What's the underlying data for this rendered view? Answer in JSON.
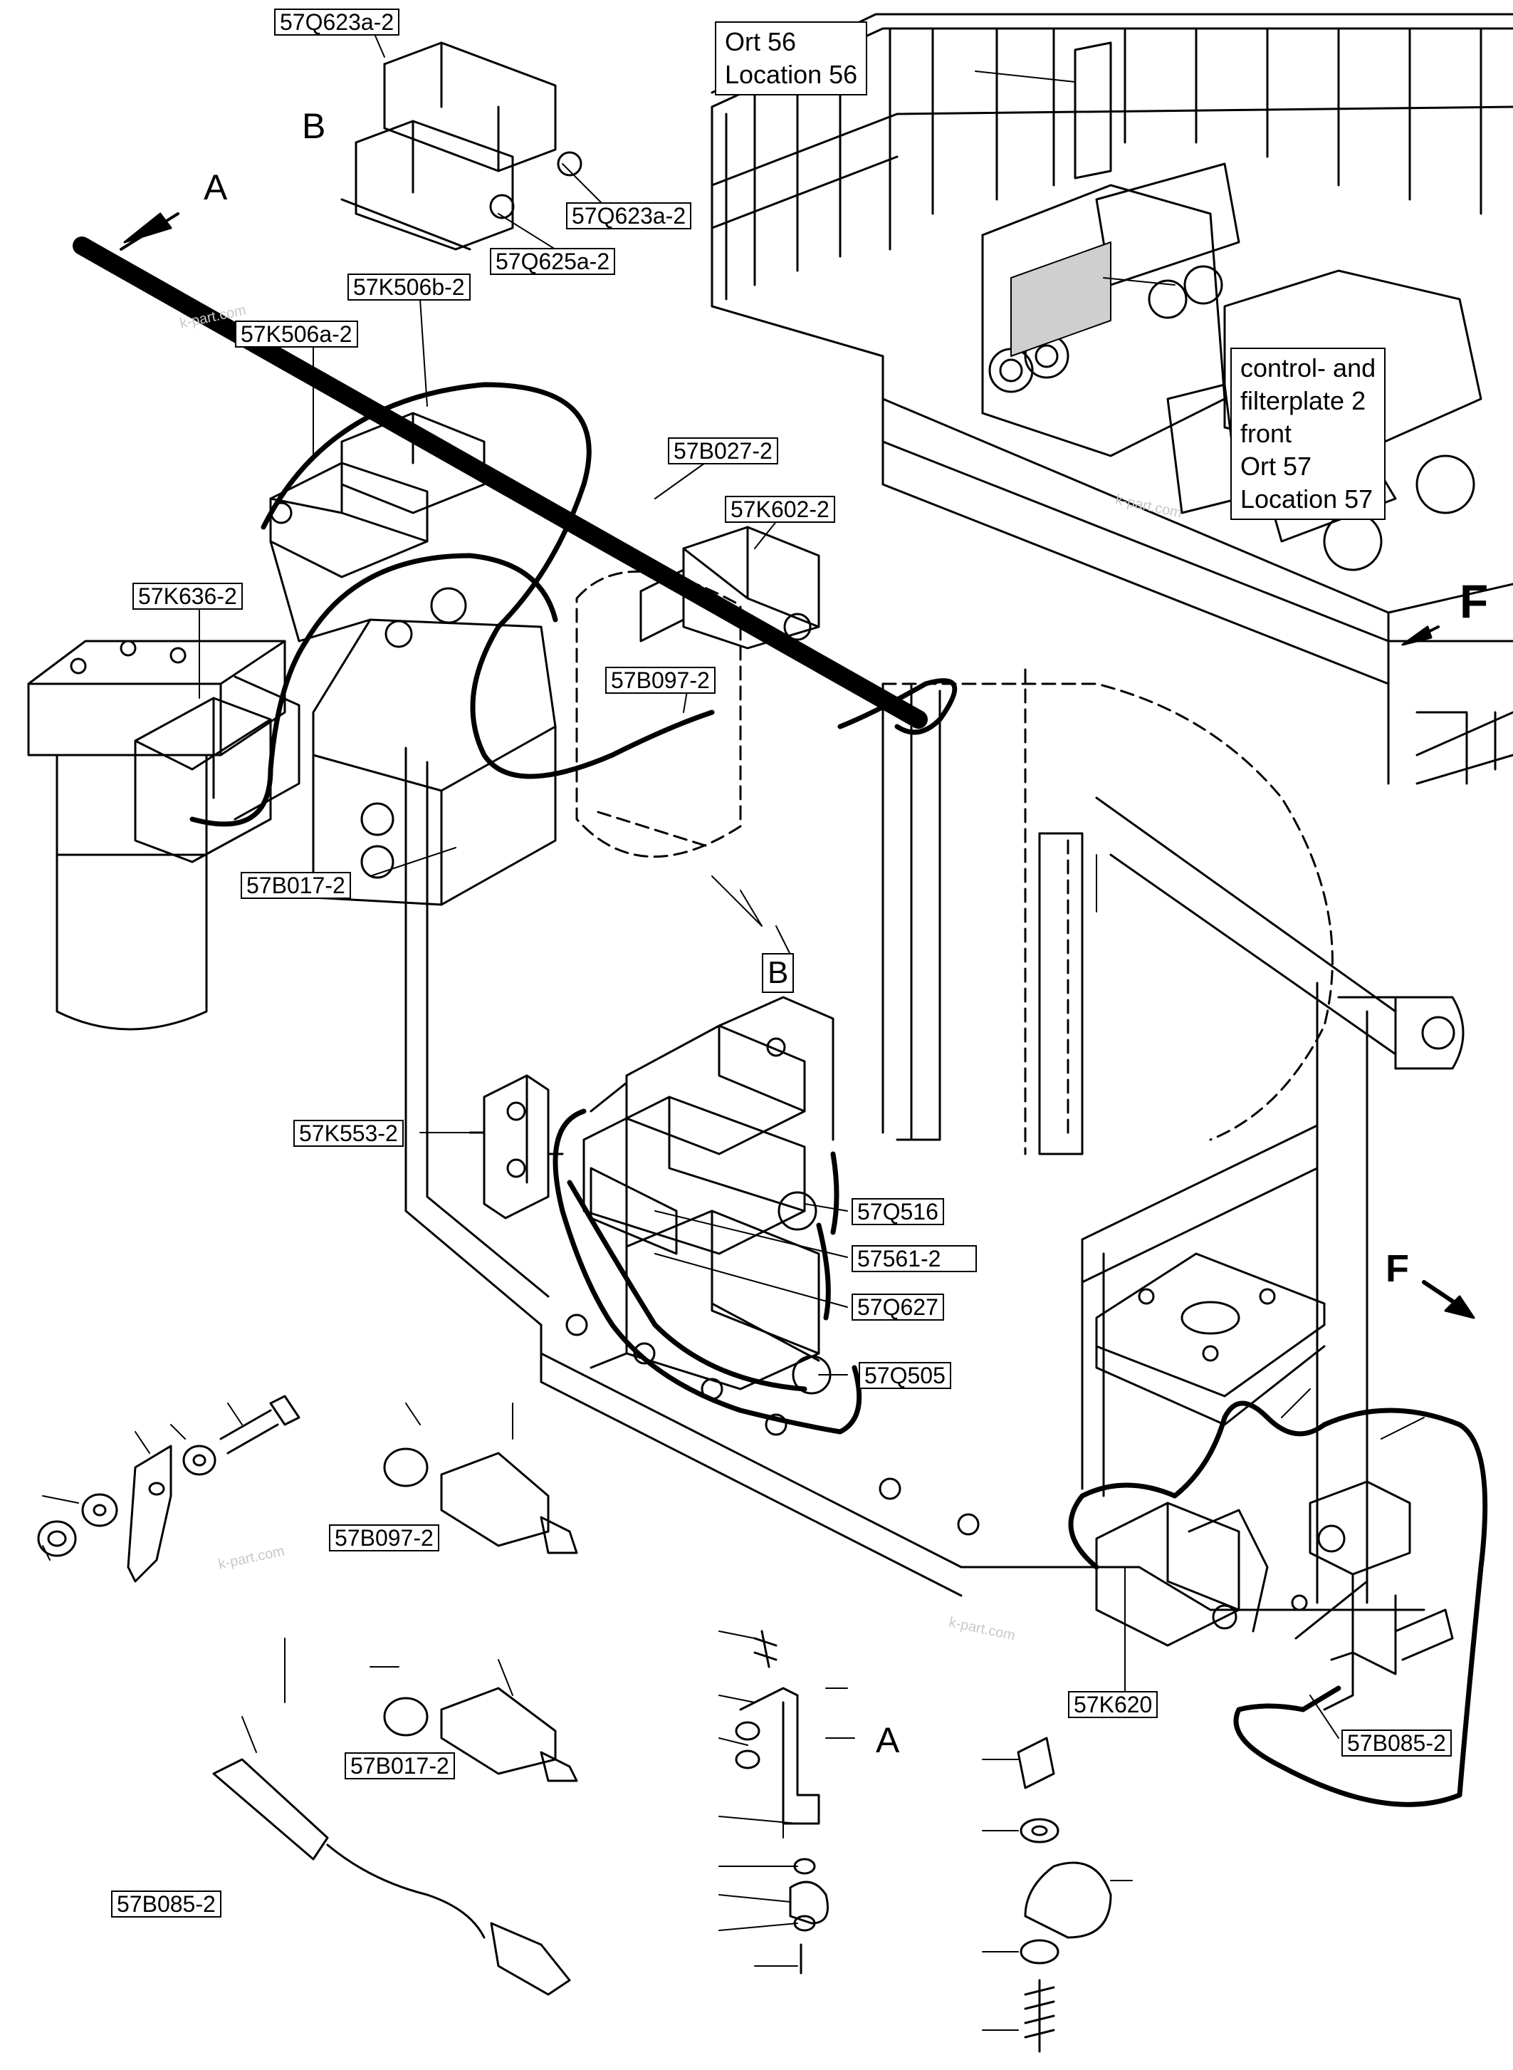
{
  "labels": {
    "q623a_top": "57Q623a-2",
    "q623a_mid": "57Q623a-2",
    "q625a": "57Q625a-2",
    "k506b": "57K506b-2",
    "k506a": "57K506a-2",
    "b027": "57B027-2",
    "k602": "57K602-2",
    "k636": "57K636-2",
    "b097_top": "57B097-2",
    "b017_top": "57B017-2",
    "k553": "57K553-2",
    "q516": "57Q516",
    "s561": "57561-2",
    "q627": "57Q627",
    "q505": "57Q505",
    "k620": "57K620",
    "b085_right": "57B085-2",
    "b097_bottom": "57B097-2",
    "b017_bottom": "57B017-2",
    "b085_bottom": "57B085-2"
  },
  "view_markers": {
    "A_top": "A",
    "B_top": "B",
    "B_mid": "B",
    "A_bottom": "A",
    "F_right": "F",
    "F_lower": "F"
  },
  "notes": {
    "location56": [
      "Ort 56",
      "Location 56"
    ],
    "location57": [
      "control- and",
      "filterplate 2",
      "front",
      "Ort 57",
      "Location 57"
    ]
  },
  "watermarks": {
    "wm1": "k-part.com",
    "wm2": "k-part.com",
    "wm3": "k-part.com",
    "wm4": "k-part.com"
  },
  "colors": {
    "line": "#000000",
    "background": "#ffffff",
    "watermark": "#c8c8c8"
  }
}
